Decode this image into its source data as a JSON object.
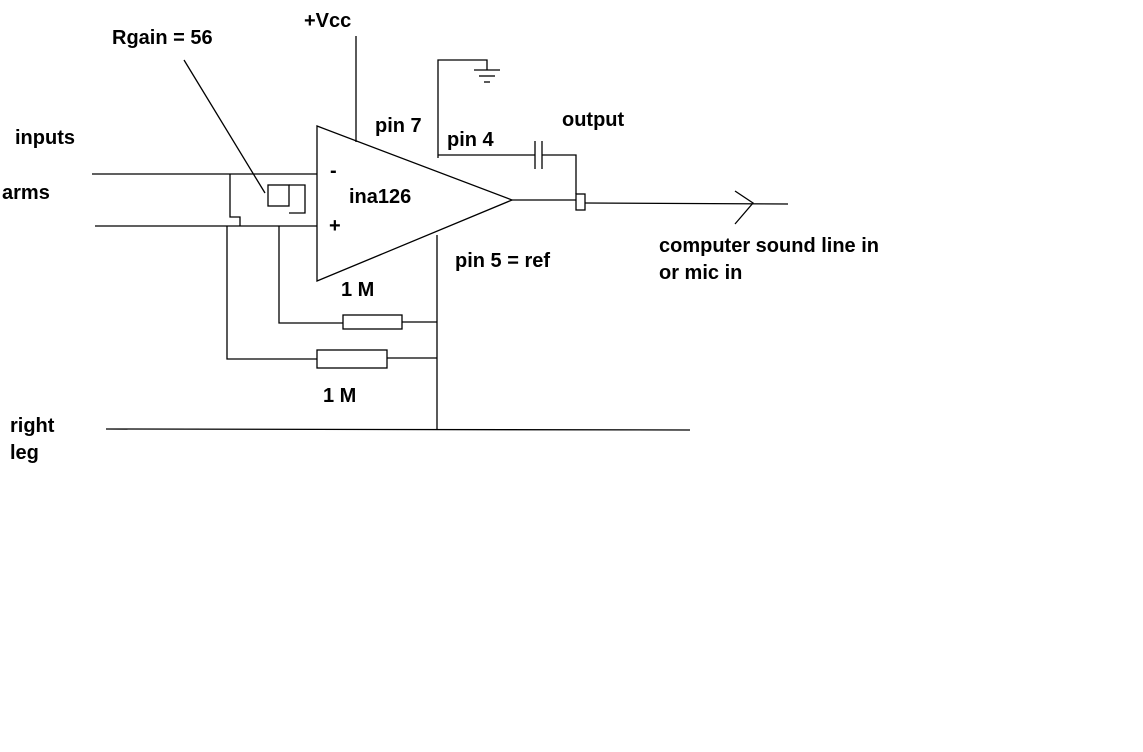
{
  "labels": {
    "rgain": "Rgain = 56",
    "vcc": "+Vcc",
    "inputs": "inputs",
    "arms": "arms",
    "pin7": "pin 7",
    "pin4": "pin 4",
    "output": "output",
    "minus": "-",
    "plus": "+",
    "chip": "ina126",
    "pin5": "pin 5 = ref",
    "dest_line1": "computer sound line in",
    "dest_line2": "or mic in",
    "res_upper": "1 M",
    "res_lower": "1 M",
    "right_leg_1": "right",
    "right_leg_2": "leg"
  }
}
